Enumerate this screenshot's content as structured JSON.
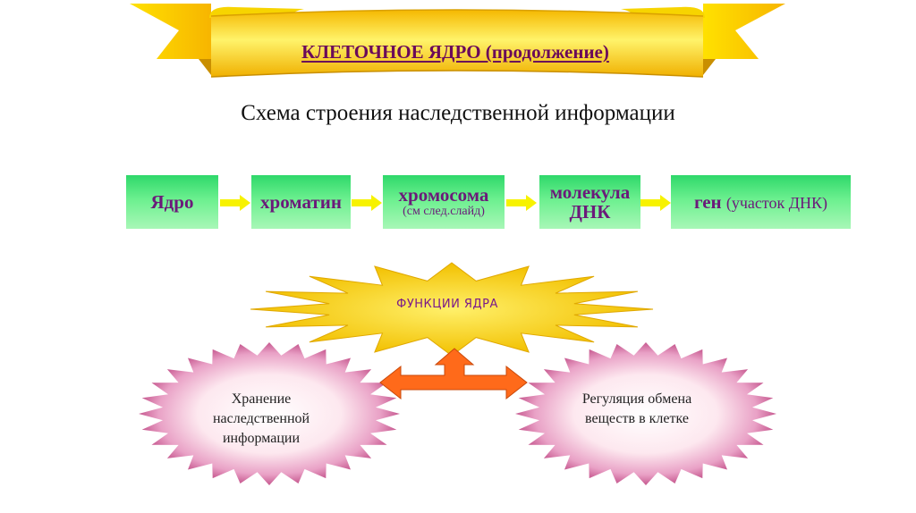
{
  "banner": {
    "title": "КЛЕТОЧНОЕ ЯДРО (продолжение)",
    "colors": {
      "gold": "#f7c600",
      "gold_light": "#fff36a",
      "title_text": "#6a0a5a"
    }
  },
  "subtitle": "Схема строения наследственной информации",
  "chain": [
    {
      "label": "Ядро",
      "sub": ""
    },
    {
      "label": "хроматин",
      "sub": ""
    },
    {
      "label": "хромосома",
      "sub": "(см след.слайд)"
    },
    {
      "label": "молекула ДНК",
      "sub": ""
    },
    {
      "label": "ген",
      "note": "(участок ДНК)"
    }
  ],
  "chain_colors": {
    "box_top": "#2fd86a",
    "box_bottom": "#a8f7b7",
    "text": "#6b1a7a",
    "arrow": "#f7f200"
  },
  "functions": {
    "title": "ФУНКЦИИ ЯДРА",
    "left": "Хранение наследственной информации",
    "right": "Регуляция обмена веществ в клетке",
    "colors": {
      "star": "#f7c600",
      "burst_outer": "#d97ab0",
      "burst_inner": "#fff2f6",
      "connector": "#ff6a1a"
    }
  }
}
